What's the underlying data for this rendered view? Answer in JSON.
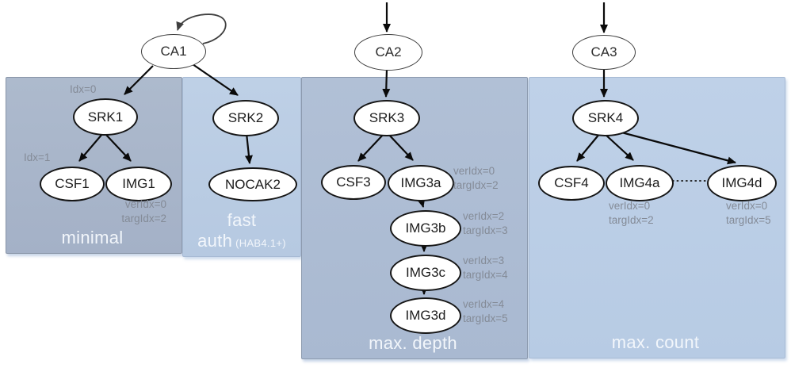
{
  "panels": {
    "minimal": {
      "label": "minimal",
      "suffix": ""
    },
    "fast_auth": {
      "label": "fast auth",
      "suffix": "(HAB4.1+)"
    },
    "max_depth": {
      "label": "max. depth",
      "suffix": ""
    },
    "max_count": {
      "label": "max. count",
      "suffix": ""
    }
  },
  "nodes": {
    "ca1": "CA1",
    "ca2": "CA2",
    "ca3": "CA3",
    "srk1": "SRK1",
    "srk2": "SRK2",
    "srk3": "SRK3",
    "srk4": "SRK4",
    "csf1": "CSF1",
    "img1": "IMG1",
    "nocak2": "NOCAK2",
    "csf3": "CSF3",
    "img3a": "IMG3a",
    "img3b": "IMG3b",
    "img3c": "IMG3c",
    "img3d": "IMG3d",
    "csf4": "CSF4",
    "img4a": "IMG4a",
    "img4d": "IMG4d"
  },
  "annotations": {
    "srk1_idx": "Idx=0",
    "csf1_idx": "Idx=1",
    "img1_ver": "verIdx=0",
    "img1_targ": "targIdx=2",
    "img3a_ver": "verIdx=0",
    "img3a_targ": "targIdx=2",
    "img3b_ver": "verIdx=2",
    "img3b_targ": "targIdx=3",
    "img3c_ver": "verIdx=3",
    "img3c_targ": "targIdx=4",
    "img3d_ver": "verIdx=4",
    "img3d_targ": "targIdx=5",
    "img4a_ver": "verIdx=0",
    "img4a_targ": "targIdx=2",
    "img4d_ver": "verIdx=0",
    "img4d_targ": "targIdx=5"
  },
  "edges": [
    {
      "from": "external",
      "to": "CA2",
      "style": "arrow"
    },
    {
      "from": "external",
      "to": "CA3",
      "style": "arrow"
    },
    {
      "from": "CA1",
      "to": "CA1",
      "style": "self-loop"
    },
    {
      "from": "CA1",
      "to": "SRK1",
      "style": "arrow"
    },
    {
      "from": "CA1",
      "to": "SRK2",
      "style": "arrow"
    },
    {
      "from": "SRK1",
      "to": "CSF1",
      "style": "arrow"
    },
    {
      "from": "SRK1",
      "to": "IMG1",
      "style": "arrow"
    },
    {
      "from": "SRK2",
      "to": "NOCAK2",
      "style": "arrow"
    },
    {
      "from": "CA2",
      "to": "SRK3",
      "style": "arrow"
    },
    {
      "from": "SRK3",
      "to": "CSF3",
      "style": "arrow"
    },
    {
      "from": "SRK3",
      "to": "IMG3a",
      "style": "arrow"
    },
    {
      "from": "IMG3a",
      "to": "IMG3b",
      "style": "arrow"
    },
    {
      "from": "IMG3b",
      "to": "IMG3c",
      "style": "arrow"
    },
    {
      "from": "IMG3c",
      "to": "IMG3d",
      "style": "arrow"
    },
    {
      "from": "CA3",
      "to": "SRK4",
      "style": "arrow"
    },
    {
      "from": "SRK4",
      "to": "CSF4",
      "style": "arrow"
    },
    {
      "from": "SRK4",
      "to": "IMG4a",
      "style": "arrow"
    },
    {
      "from": "SRK4",
      "to": "IMG4d",
      "style": "arrow"
    },
    {
      "from": "IMG4a",
      "to": "IMG4d",
      "style": "dotted"
    }
  ],
  "colors": {
    "panel_minimal": "#a7b4c9",
    "panel_fast_auth": "#b9cce3",
    "panel_max_depth": "#acbcd3",
    "panel_max_count": "#bbcee6",
    "panel_label_text": "#f2f6fb",
    "annotation_text": "#848b97",
    "node_fill": "#ffffff",
    "node_stroke": "#161616",
    "edge": "#0a0a0a"
  }
}
